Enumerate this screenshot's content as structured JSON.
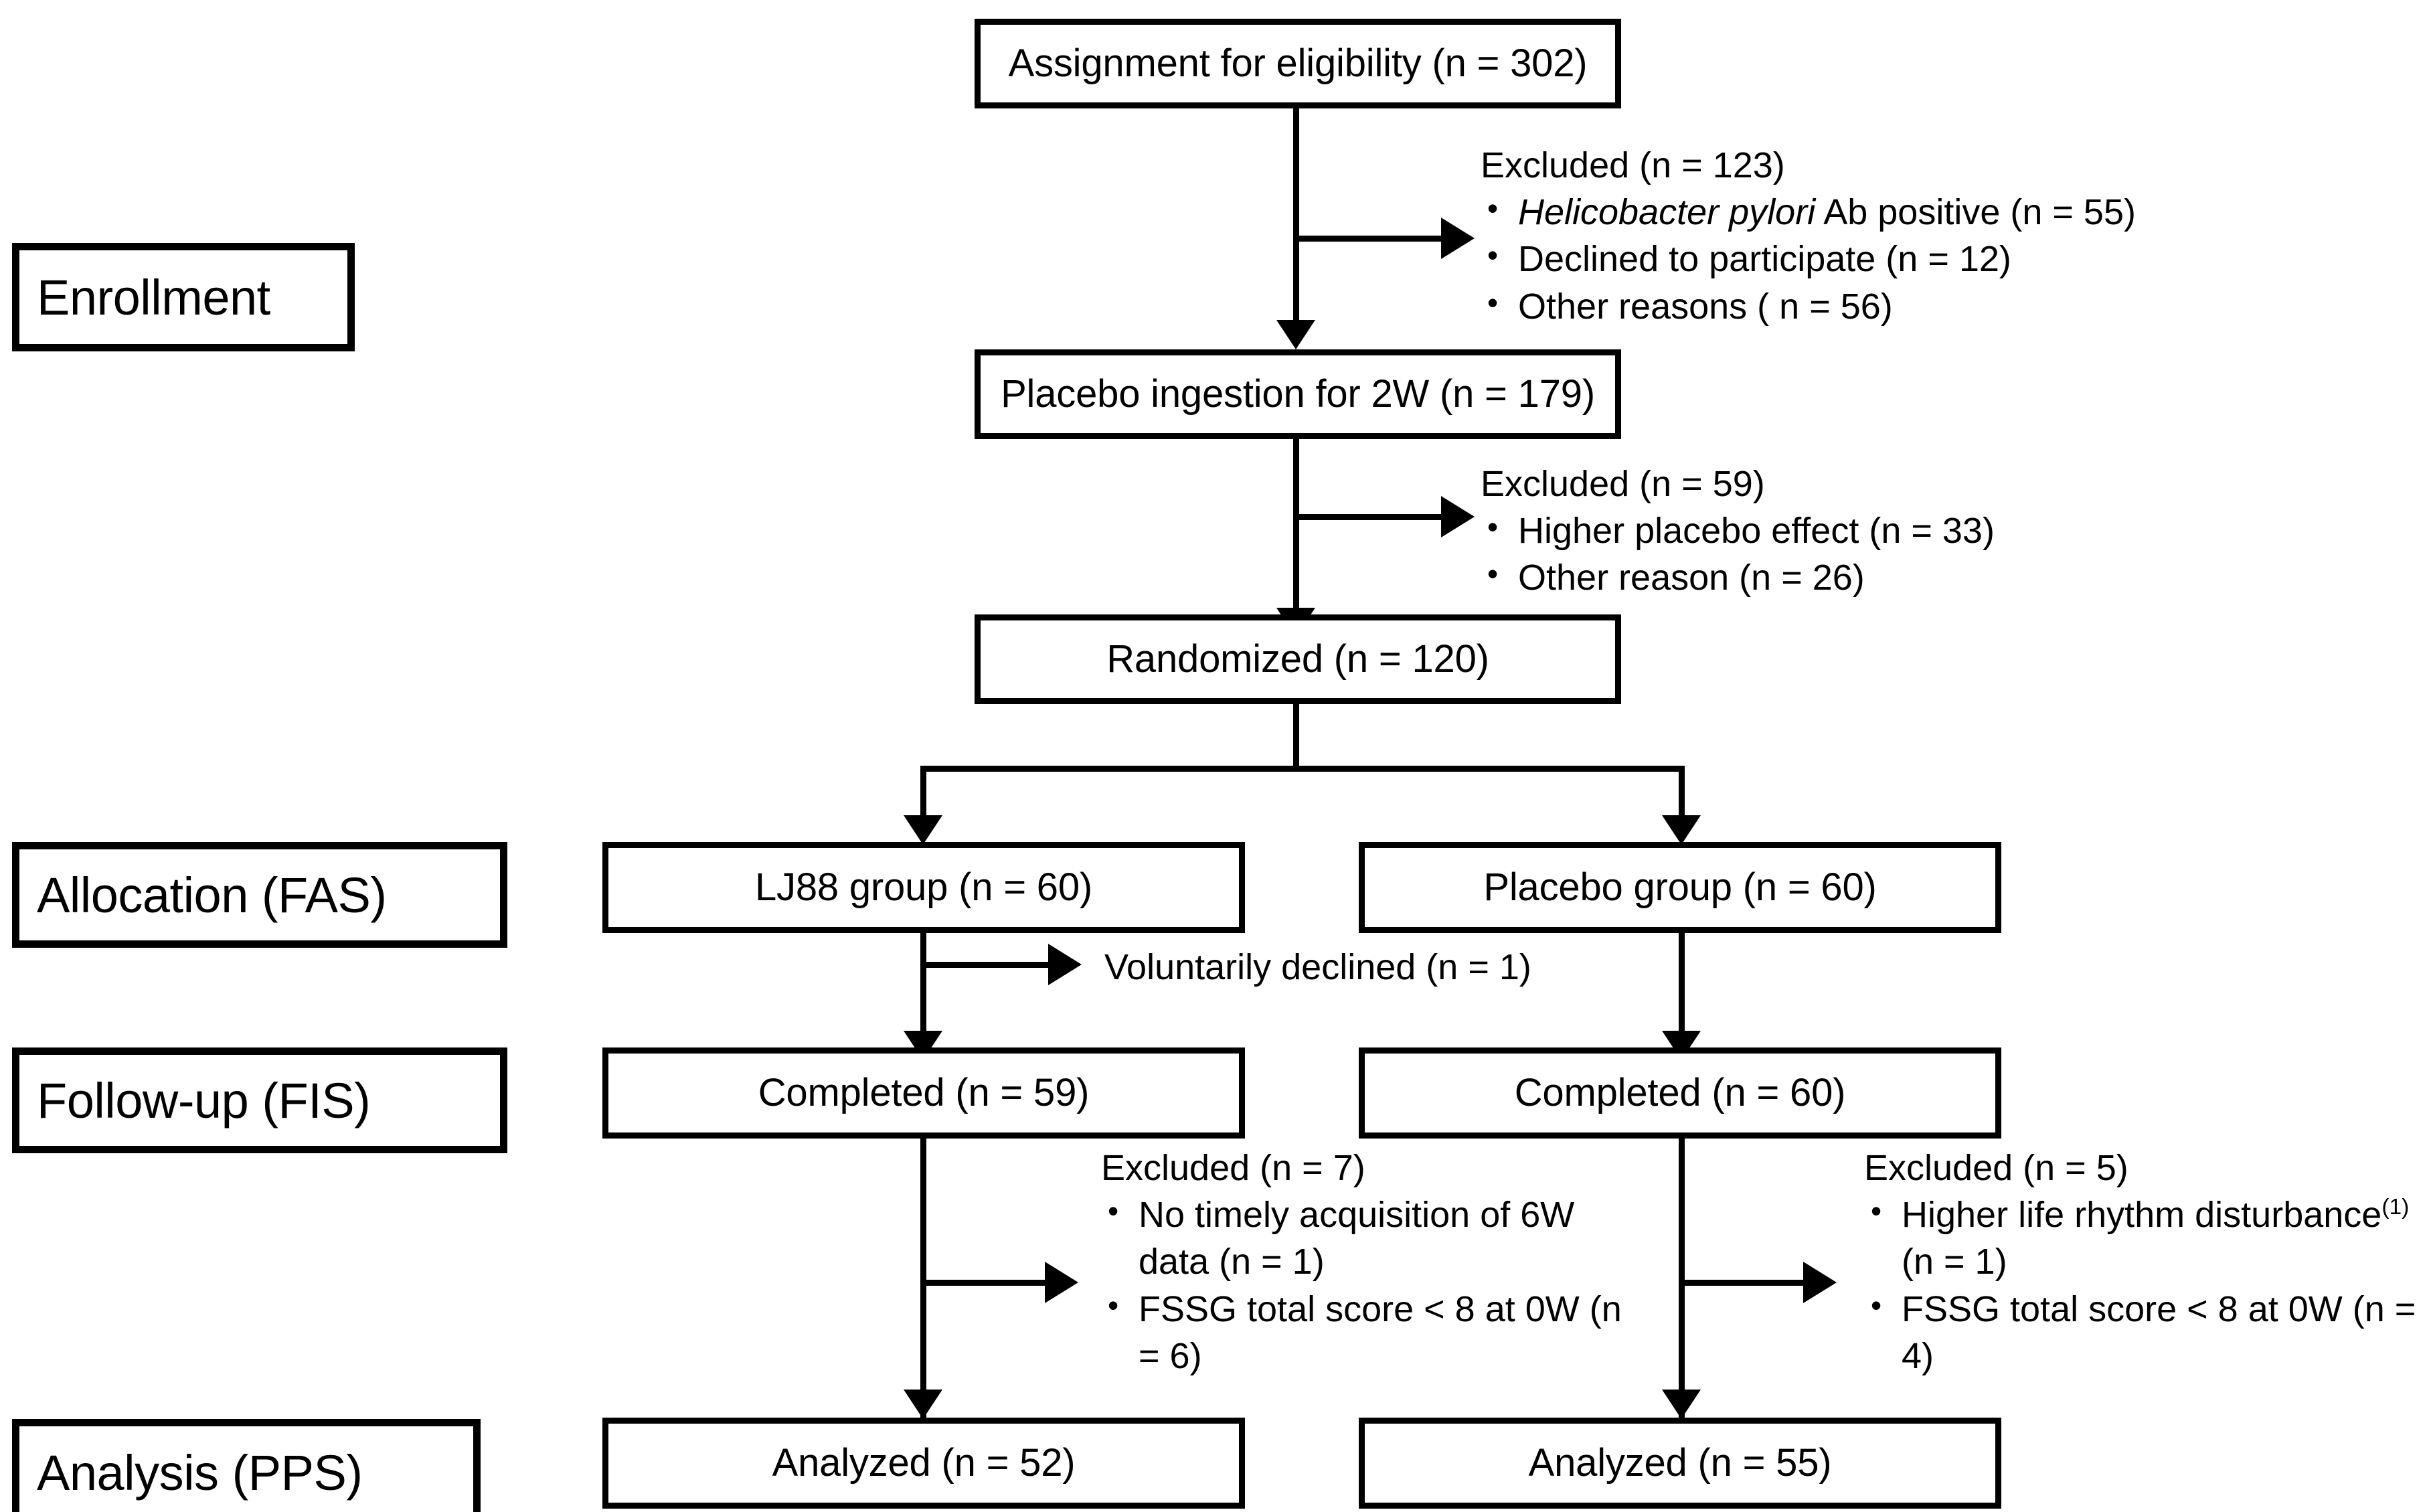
{
  "diagram": {
    "type": "consort-flow-diagram",
    "stage_labels": [
      {
        "id": "enrollment",
        "label": "Enrollment"
      },
      {
        "id": "allocation",
        "label": "Allocation (FAS)"
      },
      {
        "id": "follow_up",
        "label": "Follow-up (FIS)"
      },
      {
        "id": "analysis",
        "label": "Analysis (PPS)"
      }
    ],
    "boxes": {
      "assessment": "Assignment for eligibility (n = 302)",
      "placebo_runin": "Placebo ingestion for 2W (n = 179)",
      "randomized": "Randomized (n = 120)",
      "lj88_group": "LJ88 group (n = 60)",
      "placebo_group": "Placebo group (n = 60)",
      "lj88_completed": "Completed (n = 59)",
      "placebo_completed": "Completed (n = 60)",
      "lj88_analyzed": "Analyzed (n = 52)",
      "placebo_analyzed": "Analyzed (n = 55)"
    },
    "excluded_screening": {
      "header": "Excluded (n = 123)",
      "items": [
        {
          "italic_prefix": "Helicobacter pylori",
          "rest": " Ab positive (n = 55)"
        },
        {
          "italic_prefix": "",
          "rest": "Declined to participate (n = 12)"
        },
        {
          "italic_prefix": "",
          "rest": "Other reasons ( n = 56)"
        }
      ]
    },
    "excluded_runin": {
      "header": "Excluded (n = 59)",
      "items": [
        "Higher placebo effect (n = 33)",
        "Other reason  (n = 26)"
      ]
    },
    "lj88_dropout": "Voluntarily declined (n = 1)",
    "excluded_lj88": {
      "header": "Excluded (n = 7)",
      "items": [
        "No timely acquisition of 6W data (n = 1)",
        "FSSG total score < 8 at 0W (n = 6)"
      ]
    },
    "excluded_placebo": {
      "header": "Excluded (n = 5)",
      "items": [
        {
          "text": "Higher life rhythm disturbance",
          "superscript": "(1)",
          "tail": " (n = 1)"
        },
        {
          "text": "FSSG total score < 8 at 0W",
          "superscript": "",
          "tail": " (n = 4)"
        }
      ]
    },
    "colors": {
      "stroke": "#000000",
      "fill": "#ffffff",
      "text": "#000000"
    }
  }
}
